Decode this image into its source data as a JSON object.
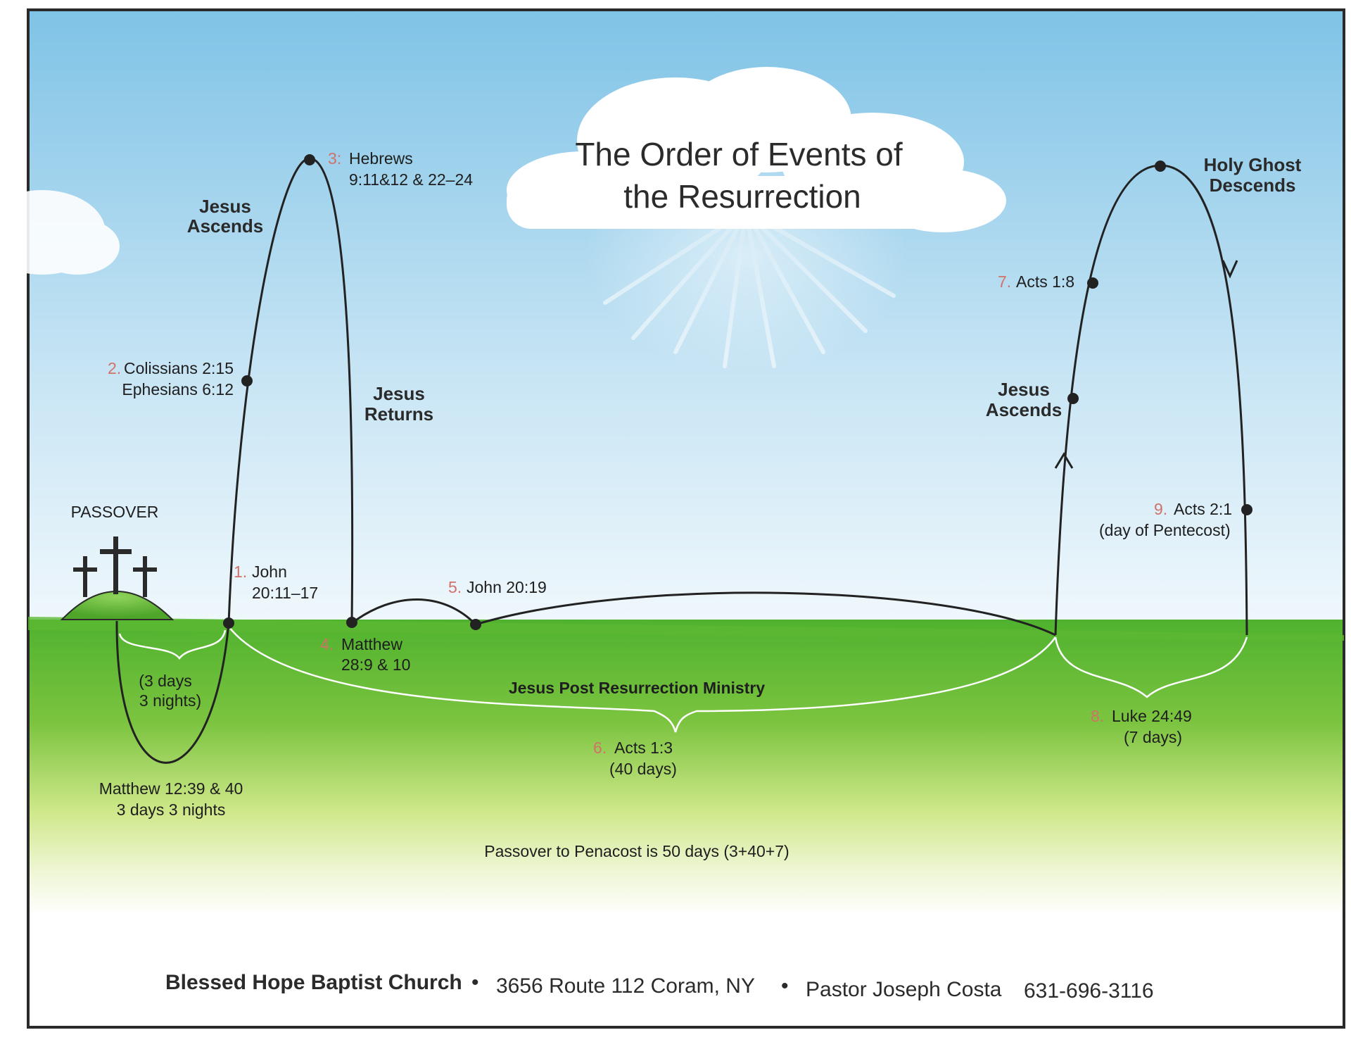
{
  "title": [
    "The Order of Events of",
    "the Resurrection"
  ],
  "passover": "PASSOVER",
  "events": {
    "e1": {
      "num": "1.",
      "lines": [
        "John",
        "20:11–17"
      ]
    },
    "e2": {
      "num": "2.",
      "lines": [
        "Colissians 2:15",
        "Ephesians 6:12"
      ]
    },
    "e3": {
      "num": "3:",
      "lines": [
        "Hebrews",
        "9:11&12 & 22–24"
      ]
    },
    "e4": {
      "num": "4.",
      "lines": [
        "Matthew",
        "28:9 & 10"
      ]
    },
    "e5": {
      "num": "5.",
      "lines": [
        "John 20:19"
      ]
    },
    "e6": {
      "num": "6.",
      "lines": [
        "Acts 1:3",
        "(40 days)"
      ]
    },
    "e7": {
      "num": "7.",
      "lines": [
        "Acts 1:8"
      ]
    },
    "e8": {
      "num": "8.",
      "lines": [
        "Luke 24:49",
        "(7 days)"
      ]
    },
    "e9": {
      "num": "9.",
      "lines": [
        "Acts 2:1",
        "(day of Pentecost)"
      ]
    }
  },
  "labels": {
    "jesus_ascends_1": [
      "Jesus",
      "Ascends"
    ],
    "jesus_returns": [
      "Jesus",
      "Returns"
    ],
    "jesus_ascends_2": [
      "Jesus",
      "Ascends"
    ],
    "holy_ghost": [
      "Holy Ghost",
      "Descends"
    ],
    "three_days": [
      "(3 days",
      "3 nights)"
    ],
    "matthew_12": [
      "Matthew 12:39 & 40",
      "3 days 3 nights"
    ],
    "ministry": "Jesus Post Resurrection Ministry",
    "summary": "Passover to Penacost is 50 days (3+40+7)"
  },
  "footer": {
    "church": "Blessed Hope Baptist Church",
    "bullet": "•",
    "address": "3656 Route 112 Coram, NY",
    "pastor": "Pastor Joseph Costa",
    "phone": "631-696-3116"
  },
  "colors": {
    "sky_top": "#7fc3e6",
    "grass": "#5cb833",
    "grass_light": "#cfe88a",
    "accent_number": "#d0726a"
  }
}
